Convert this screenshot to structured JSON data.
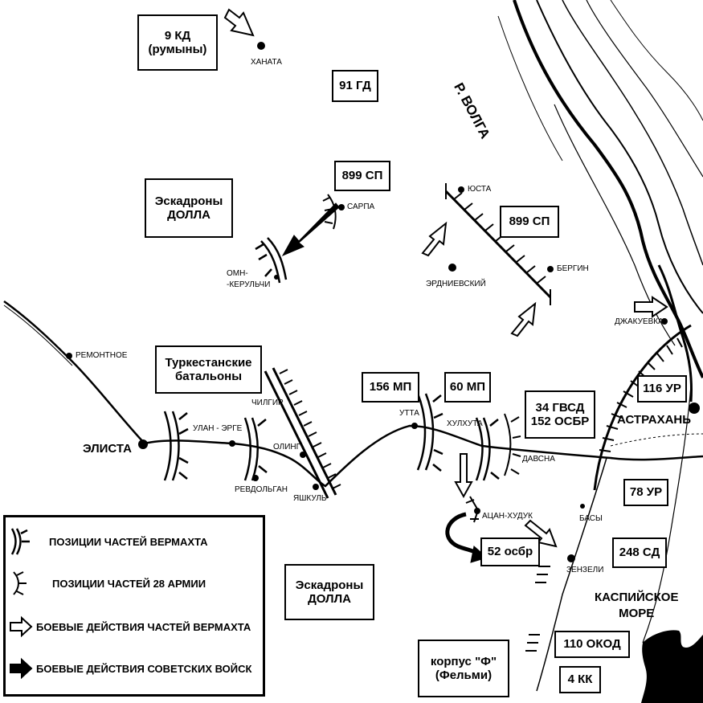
{
  "units": {
    "u9kd": "9 КД\n(румыны)",
    "u91gd": "91 ГД",
    "u899sp_a": "899 СП",
    "u899sp_b": "899 СП",
    "u_dolla_top": "Эскадроны\nДОЛЛА",
    "u_turk": "Туркестанские\nбатальоны",
    "u156mp": "156 МП",
    "u60mp": "60 МП",
    "u34gvsd": "34 ГВСД\n152 ОСБР",
    "u116ur": "116 УР",
    "u78ur": "78 УР",
    "u248sd": "248 СД",
    "u52osbr": "52 осбр",
    "u_dolla_bottom": "Эскадроны\nДОЛЛА",
    "u_korpus": "корпус \"Ф\"\n(Фельми)",
    "u110okod": "110 ОКОД",
    "u4kk": "4 КК"
  },
  "places": {
    "khanata": "ХАНАТА",
    "sarpa": "САРПА",
    "yusta": "ЮСТА",
    "bergin": "БЕРГИН",
    "erdnievsky": "ЭРДНИЕВСКИЙ",
    "omn": "ОМН-\n-КЕРУЛЬЧИ",
    "remontnoe": "РЕМОНТНОЕ",
    "dzhakuevka": "ДЖАКУЕВКА",
    "chilgir": "ЧИЛГИР",
    "ulan": "УЛАН - ЭРГЕ",
    "oling": "ОЛИНГ",
    "revdolgan": "РЕВДОЛЬГАН",
    "yashkul": "ЯШКУЛЬ",
    "utta": "УТТА",
    "khulkhuta": "ХУЛХУТА",
    "davsna": "ДАВСНА",
    "atsan": "АЦАН-ХУДУК",
    "basy": "БАСЫ",
    "zenzeli": "ЗЕНЗЕЛИ"
  },
  "big_labels": {
    "elista": "ЭЛИСТА",
    "astrakhan": "АСТРАХАНЬ",
    "volga": "Р. ВОЛГА",
    "caspian": "КАСПИЙСКОЕ\nМОРЕ"
  },
  "legend": {
    "items": [
      {
        "text": "ПОЗИЦИИ ЧАСТЕЙ  ВЕРМАХТА",
        "icon": "wehrmacht-position-symbol"
      },
      {
        "text": "ПОЗИЦИИ ЧАСТЕЙ 28  АРМИИ",
        "icon": "army28-position-symbol"
      },
      {
        "text": "БОЕВЫЕ ДЕЙСТВИЯ ЧАСТЕЙ ВЕРМАХТА",
        "icon": "hollow-arrow-icon"
      },
      {
        "text": "БОЕВЫЕ ДЕЙСТВИЯ СОВЕТСКИХ ВОЙСК",
        "icon": "solid-arrow-icon"
      }
    ]
  }
}
